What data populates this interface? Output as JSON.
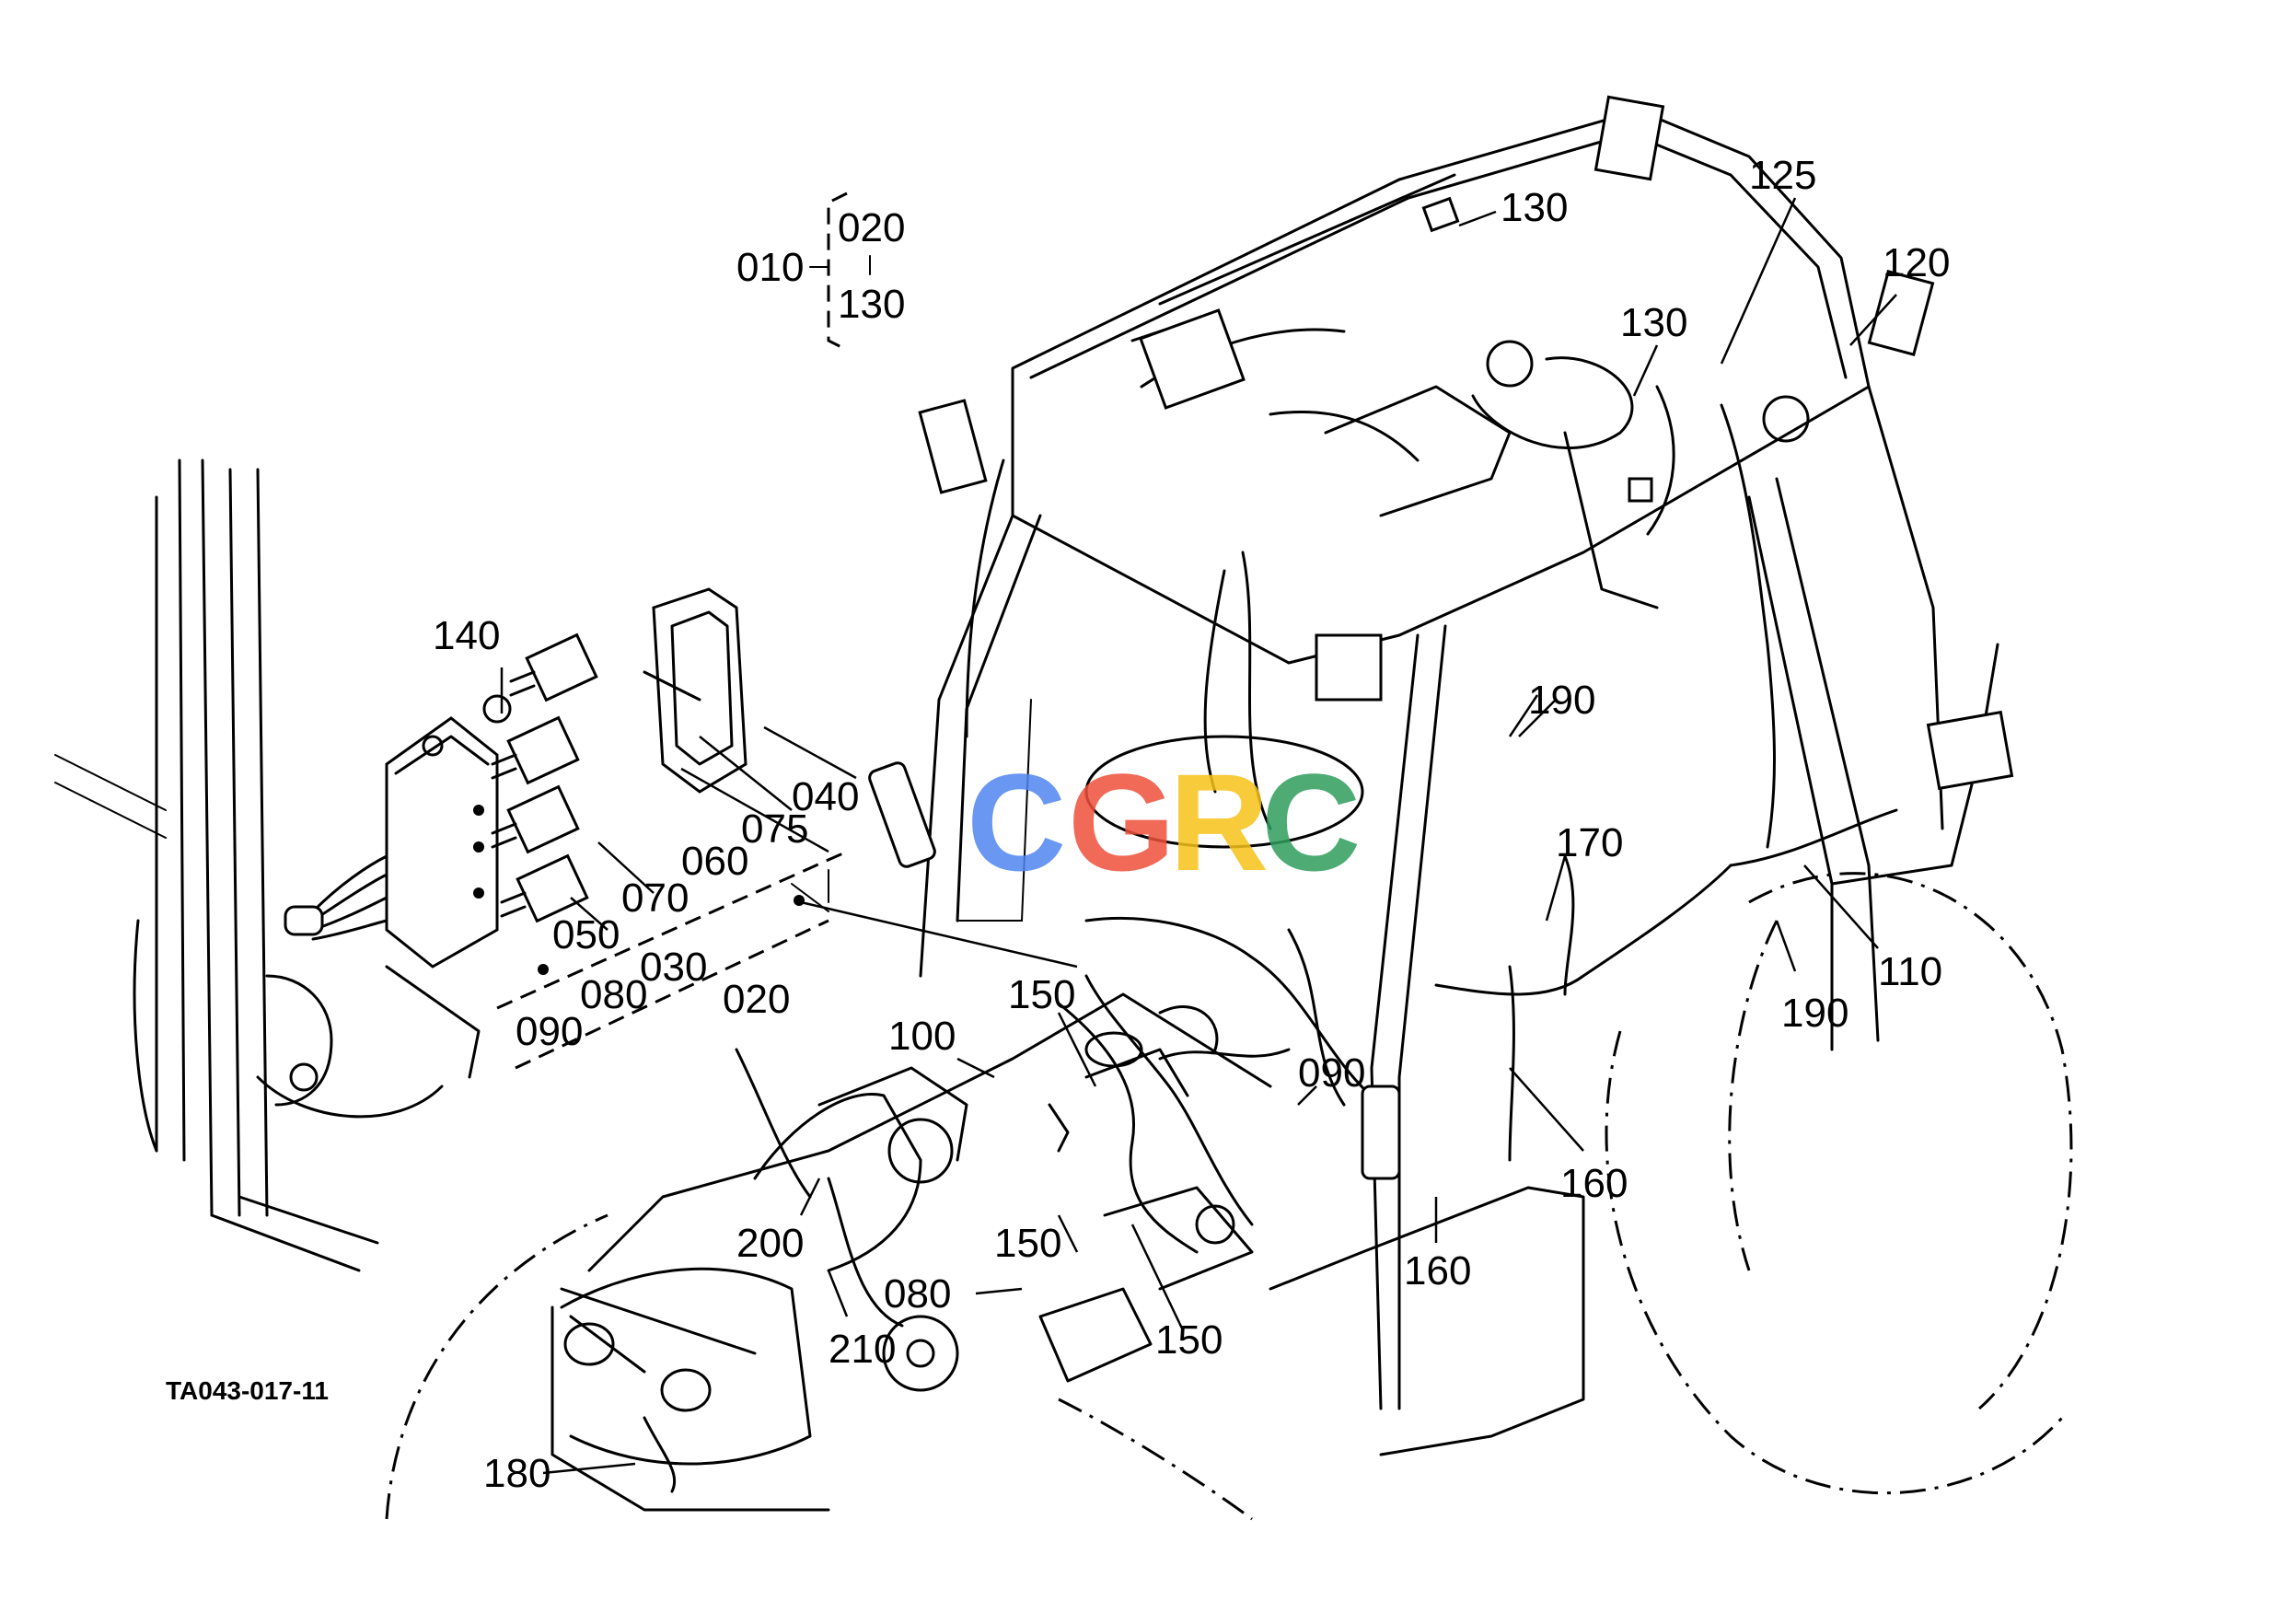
{
  "watermark": {
    "letters": [
      "C",
      "G",
      "R",
      "C"
    ],
    "colors": [
      "#4f86f0",
      "#ef4f3a",
      "#f7c21a",
      "#2f9d5b"
    ]
  },
  "callouts": {
    "c010": "010",
    "c020_top": "020",
    "c130_top": "130",
    "c130_roof": "130",
    "c125": "125",
    "c120": "120",
    "c130_right": "130",
    "c140": "140",
    "c040": "040",
    "c075": "075",
    "c060": "060",
    "c070": "070",
    "c050": "050",
    "c030": "030",
    "c080_left": "080",
    "c020_mid": "020",
    "c090_left": "090",
    "c190_upper": "190",
    "c170": "170",
    "c110": "110",
    "c190_lower": "190",
    "c100": "100",
    "c150_upper": "150",
    "c090_mid": "090",
    "c160_right": "160",
    "c160_lower": "160",
    "c200": "200",
    "c150_mid": "150",
    "c080_lower": "080",
    "c210": "210",
    "c150_lower": "150",
    "c180": "180"
  },
  "reference_code": "TA043-017-11"
}
